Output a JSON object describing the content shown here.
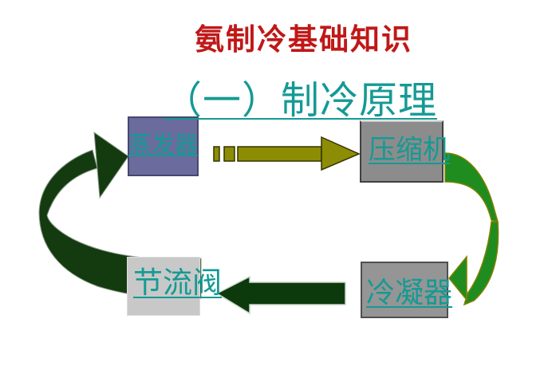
{
  "slide": {
    "title": "氨制冷基础知识",
    "title_color": "#c01818",
    "subtitle": "（一）制冷原理",
    "subtitle_color": "#149a94",
    "background": "#ffffff"
  },
  "diagram": {
    "label_color": "#149a94",
    "nodes": {
      "evaporator": {
        "label": "蒸发器",
        "fill": "#6b6b9d",
        "border": "#474770"
      },
      "compressor": {
        "label": "压缩机",
        "fill": "#8c8c8c",
        "border": "#404040"
      },
      "condenser": {
        "label": "冷凝器",
        "fill": "#959595",
        "border": "#4f4f4f"
      },
      "throttle_valve": {
        "label": "节流阀",
        "fill": "#c8c8c8",
        "border": "#dcdcdc"
      }
    },
    "arrows": {
      "evap_to_comp": {
        "direction": "right",
        "style": "straight, dashed tail",
        "fill": "#8d8d05",
        "outline": "#333300"
      },
      "comp_to_cond": {
        "direction": "down, curved clockwise",
        "style": "curved band",
        "fill": "#1f8c1f",
        "outline": "#808000"
      },
      "cond_to_throttle": {
        "direction": "left",
        "style": "straight",
        "fill": "#0d3a0d",
        "outline": "#c9d6c9"
      },
      "throttle_to_evap": {
        "direction": "up, curved clockwise",
        "style": "curved band",
        "fill": "#143b10",
        "outline": "#90a090"
      }
    }
  }
}
